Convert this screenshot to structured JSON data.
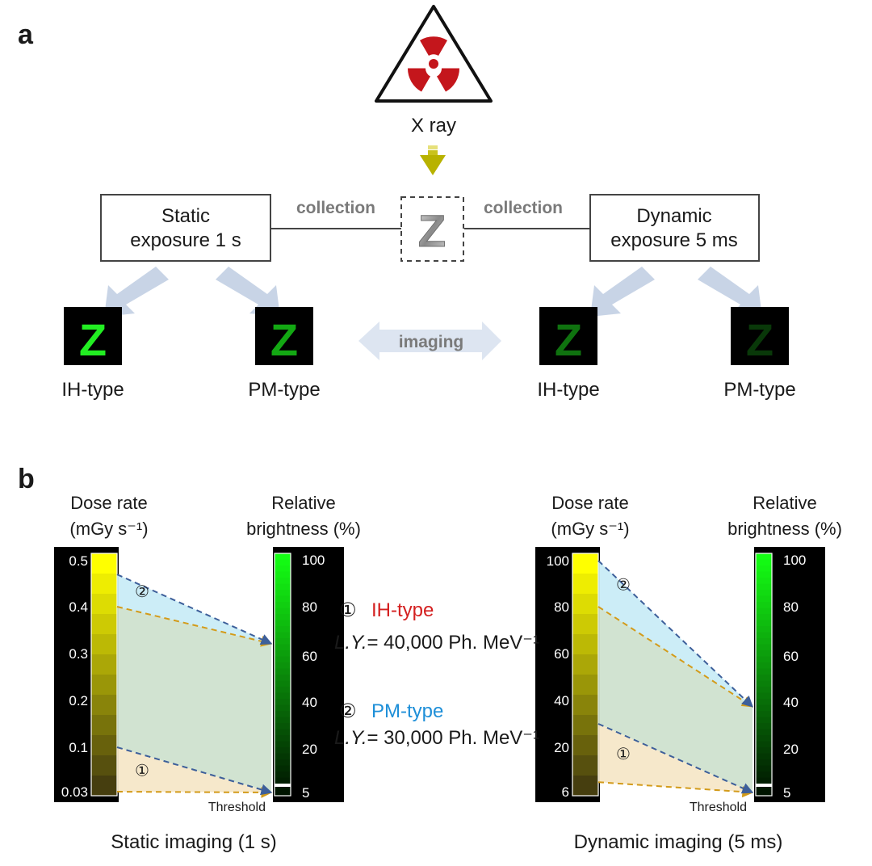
{
  "panel_a": {
    "label": "a",
    "source": "X ray",
    "static_box": {
      "line1": "Static",
      "line2": "exposure 1 s"
    },
    "dynamic_box": {
      "line1": "Dynamic",
      "line2": "exposure 5 ms"
    },
    "object_letter": "Z",
    "collection_left": "collection",
    "collection_right": "collection",
    "imaging": "imaging",
    "results": [
      {
        "letter": "Z",
        "label": "IH-type",
        "color": "#d42020",
        "glyph_color": "#22ee22"
      },
      {
        "letter": "Z",
        "label": "PM-type",
        "color": "#1e8fd8",
        "glyph_color": "#13a813"
      },
      {
        "letter": "Z",
        "label": "IH-type",
        "color": "#d42020",
        "glyph_color": "#0f720f"
      },
      {
        "letter": "Z",
        "label": "PM-type",
        "color": "#1e8fd8",
        "glyph_color": "#093809"
      }
    ]
  },
  "panel_b": {
    "label": "b",
    "legend": {
      "item1": {
        "marker": "①",
        "name": "IH-type",
        "ly": "L.Y.",
        "value": "= 40,000 Ph. MeV⁻¹"
      },
      "item2": {
        "marker": "②",
        "name": "PM-type",
        "ly": "L.Y.",
        "value": "= 30,000 Ph. MeV⁻¹"
      }
    }
  },
  "chart_data": [
    {
      "type": "diagram",
      "title": "Static imaging (1 s)",
      "dose_axis": {
        "label_line1": "Dose rate",
        "label_line2": "(mGy s⁻¹)",
        "ticks": [
          "0.5",
          "0.4",
          "0.3",
          "0.2",
          "0.1",
          "0.03"
        ],
        "range": [
          0.03,
          0.5
        ]
      },
      "brightness_axis": {
        "label_line1": "Relative",
        "label_line2": "brightness (%)",
        "ticks": [
          "100",
          "80",
          "60",
          "40",
          "20",
          "5"
        ],
        "range": [
          5,
          100
        ]
      },
      "threshold_label": "Threshold",
      "series": [
        {
          "name": "IH-type",
          "marker": "①",
          "dose": [
            0.03,
            0.4
          ],
          "brightness": [
            5,
            65
          ]
        },
        {
          "name": "PM-type",
          "marker": "②",
          "dose": [
            0.1,
            0.47
          ],
          "brightness": [
            5,
            65
          ]
        }
      ]
    },
    {
      "type": "diagram",
      "title": "Dynamic imaging (5 ms)",
      "dose_axis": {
        "label_line1": "Dose rate",
        "label_line2": "(mGy s⁻¹)",
        "ticks": [
          "100",
          "80",
          "60",
          "40",
          "20",
          "6"
        ],
        "range": [
          6,
          100
        ]
      },
      "brightness_axis": {
        "label_line1": "Relative",
        "label_line2": "brightness (%)",
        "ticks": [
          "100",
          "80",
          "60",
          "40",
          "20",
          "5"
        ],
        "range": [
          5,
          100
        ]
      },
      "threshold_label": "Threshold",
      "series": [
        {
          "name": "IH-type",
          "marker": "①",
          "dose": [
            9,
            80
          ],
          "brightness": [
            5,
            38
          ]
        },
        {
          "name": "PM-type",
          "marker": "②",
          "dose": [
            30,
            100
          ],
          "brightness": [
            5,
            38
          ]
        }
      ]
    }
  ]
}
